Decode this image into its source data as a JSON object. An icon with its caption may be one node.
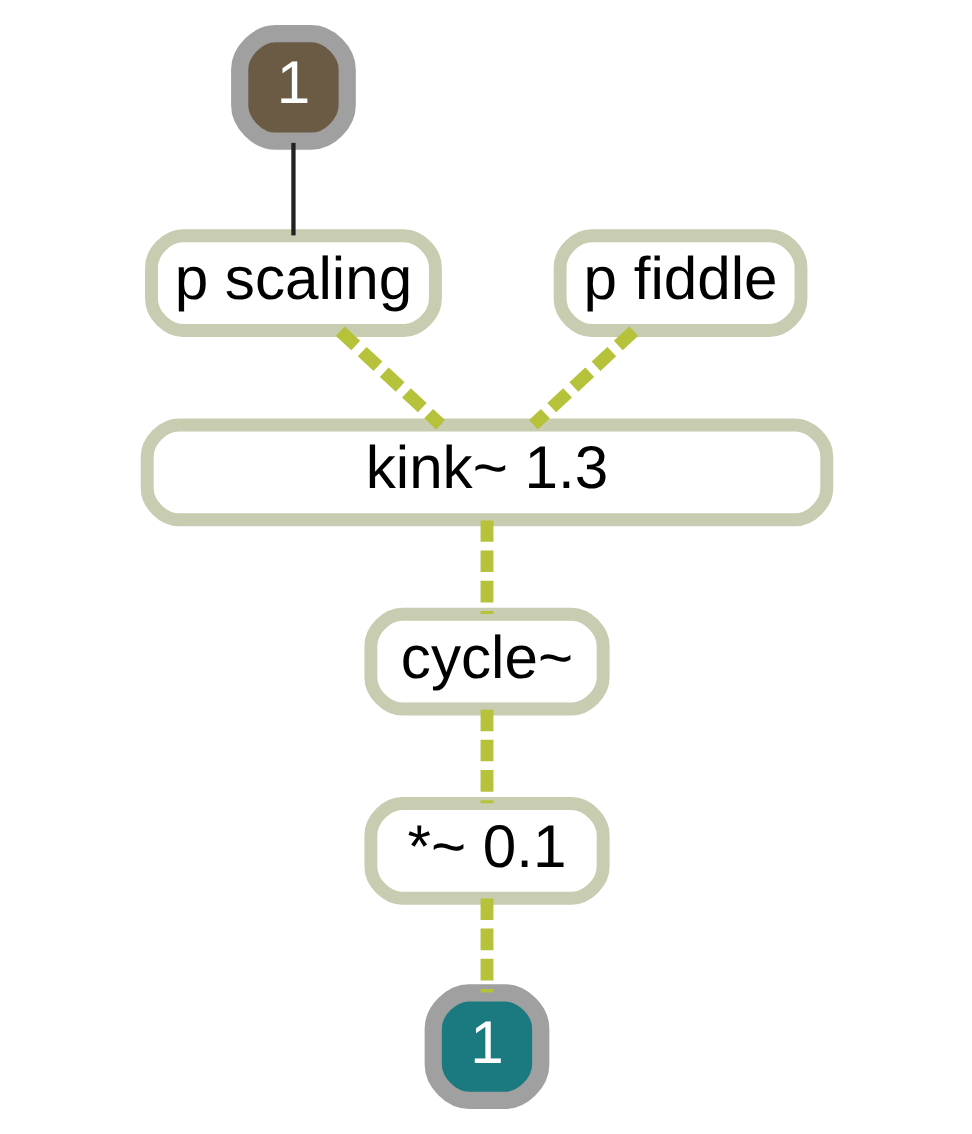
{
  "diagram": {
    "nodes": [
      {
        "text": [
          "1"
        ]
      },
      {
        "text": [
          "p scaling"
        ]
      },
      {
        "text": [
          "p fiddle"
        ]
      },
      {
        "text": [
          "kink~ 1.3"
        ]
      },
      {
        "text": [
          "cycle~"
        ]
      },
      {
        "text": [
          "*~ 0.1"
        ]
      },
      {
        "text": [
          "1"
        ]
      }
    ],
    "edges": [
      {
        "from": 0,
        "to": 1,
        "arrow": "none",
        "color": "#222222"
      },
      {
        "from": 1,
        "to": 3,
        "arrow": "none",
        "style": "dashed"
      },
      {
        "from": 2,
        "to": 3,
        "arrow": "none",
        "style": "dashed"
      },
      {
        "from": 3,
        "to": 4,
        "arrow": "none",
        "style": "dashed"
      },
      {
        "from": 4,
        "to": 5,
        "arrow": "none",
        "style": "dashed"
      },
      {
        "from": 5,
        "to": 6,
        "arrow": "none",
        "style": "dashed"
      }
    ]
  }
}
